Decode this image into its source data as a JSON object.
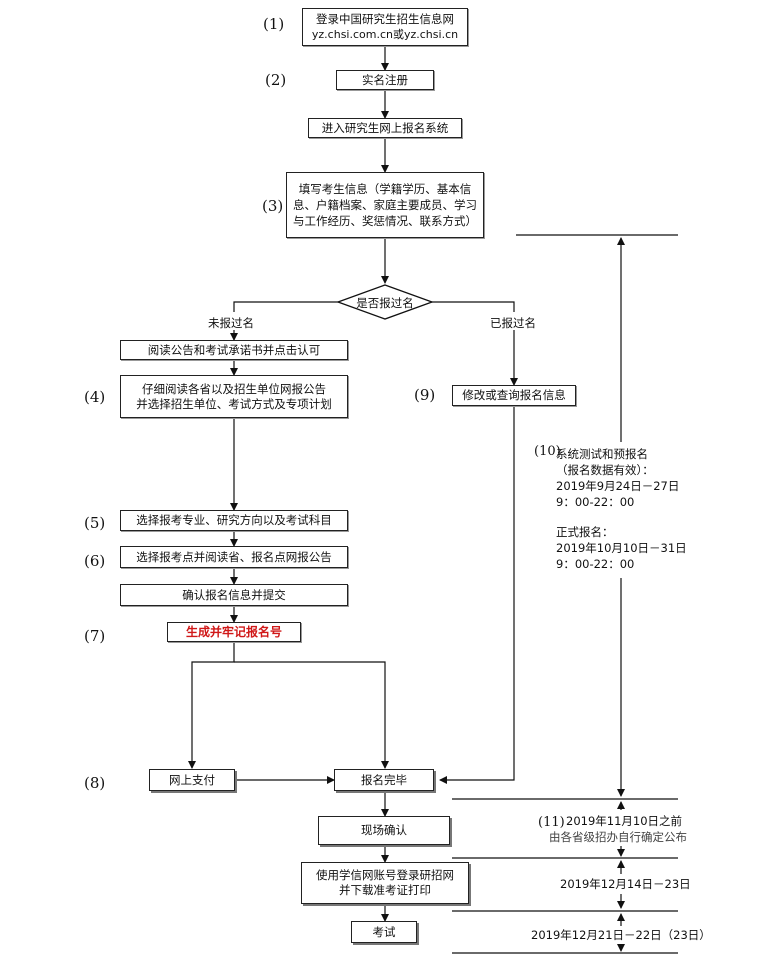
{
  "steps": [
    "(1)",
    "(2)",
    "(3)",
    "(4)",
    "(5)",
    "(6)",
    "(7)",
    "(8)",
    "(9)",
    "(10)",
    "(11)"
  ],
  "boxes": {
    "login_line1": "登录中国研究生招生信息网",
    "login_line2": "yz.chsi.com.cn或yz.chsi.cn",
    "register": "实名注册",
    "enter_system": "进入研究生网上报名系统",
    "fill_info_l1": "填写考生信息（学籍学历、基本信",
    "fill_info_l2": "息、户籍档案、家庭主要成员、学习",
    "fill_info_l3": "与工作经历、奖惩情况、联系方式）",
    "decision": "是否报过名",
    "read_notice": "阅读公告和考试承诺书并点击认可",
    "read_unit_l1": "仔细阅读各省以及招生单位网报公告",
    "read_unit_l2": "并选择招生单位、考试方式及专项计划",
    "choose_major": "选择报考专业、研究方向以及考试科目",
    "choose_site": "选择报考点并阅读省、报名点网报公告",
    "confirm_submit": "确认报名信息并提交",
    "generate_number": "生成并牢记报名号",
    "pay_online": "网上支付",
    "register_done": "报名完毕",
    "onsite_confirm": "现场确认",
    "download_l1": "使用学信网账号登录研招网",
    "download_l2": "并下载准考证打印",
    "exam": "考试",
    "modify_query": "修改或查询报名信息"
  },
  "labels": {
    "not_registered": "未报过名",
    "registered": "已报过名"
  },
  "notes": {
    "pre_registration": "系统测试和预报名\n（报名数据有效）：\n2019年9月24日－27日\n9：00-22：00",
    "formal_registration": "正式报名：\n2019年10月10日－31日\n9：00-22：00",
    "onsite_time_l1": "2019年11月10日之前",
    "onsite_time_l2": "由各省级招办自行确定公布",
    "download_time": "2019年12月14日－23日",
    "exam_time": "2019年12月21日－22日（23日）"
  }
}
